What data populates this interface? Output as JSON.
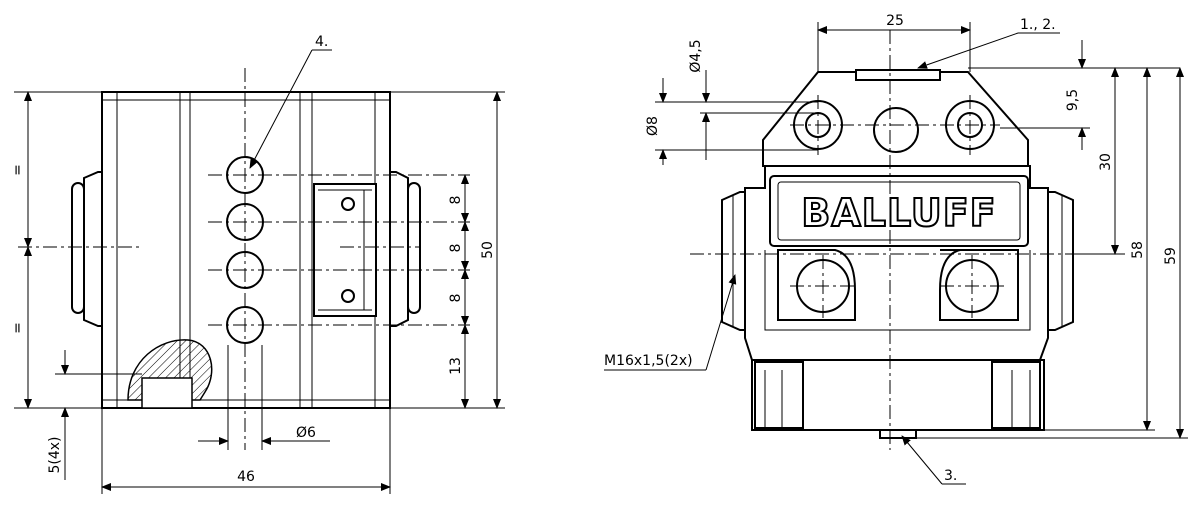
{
  "left_view": {
    "dims": {
      "eq_top": "=",
      "eq_bottom": "=",
      "pitch_1": "8",
      "pitch_2": "8",
      "pitch_3": "8",
      "bottom_offset": "13",
      "height": "50",
      "hole_dia": "Ø6",
      "width": "46",
      "mount_depth": "5(4x)"
    },
    "callouts": {
      "holes": "4."
    }
  },
  "right_view": {
    "dims": {
      "top_width": "25",
      "small_dia": "Ø4,5",
      "large_dia": "Ø8",
      "top_offset": "9,5",
      "height_30": "30",
      "height_58": "58",
      "height_59": "59",
      "thread": "M16x1,5(2x)"
    },
    "callouts": {
      "top": "1., 2.",
      "bottom": "3."
    },
    "logo": "BALLUFF"
  }
}
